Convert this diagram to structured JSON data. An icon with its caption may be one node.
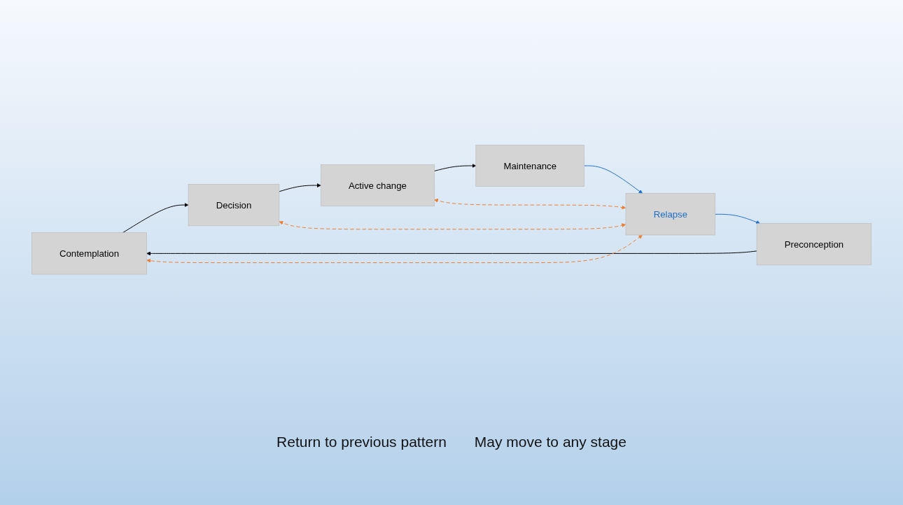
{
  "diagram": {
    "nodes": [
      {
        "text": [
          "Contemplation"
        ]
      },
      {
        "text": [
          "Preconception"
        ]
      },
      {
        "text": [
          "Decision"
        ]
      },
      {
        "text": [
          "Relapse"
        ]
      },
      {
        "text": [
          "Active change"
        ]
      },
      {
        "text": [
          "Maintenance"
        ]
      }
    ],
    "edges": [
      {
        "from": 1,
        "to": 0,
        "arrow": "to"
      },
      {
        "from": 0,
        "to": 2,
        "arrow": "to"
      },
      {
        "from": 2,
        "to": 4,
        "arrow": "to"
      },
      {
        "from": 4,
        "to": 5,
        "arrow": "to"
      },
      {
        "from": 5,
        "to": 3,
        "arrow": "to",
        "color": "#1f6fc9"
      },
      {
        "from": 3,
        "to": 1,
        "arrow": "to",
        "color": "#1f6fc9"
      },
      {
        "from": 3,
        "to": 0,
        "arrow": "both",
        "style": "dashed",
        "color": "#ed7d31"
      },
      {
        "from": 3,
        "to": 2,
        "arrow": "both",
        "style": "dashed",
        "color": "#ed7d31"
      },
      {
        "from": 3,
        "to": 4,
        "arrow": "both",
        "style": "dashed",
        "color": "#ed7d31"
      }
    ],
    "labels": [
      "Return to previous pattern",
      "May move to any stage"
    ]
  }
}
